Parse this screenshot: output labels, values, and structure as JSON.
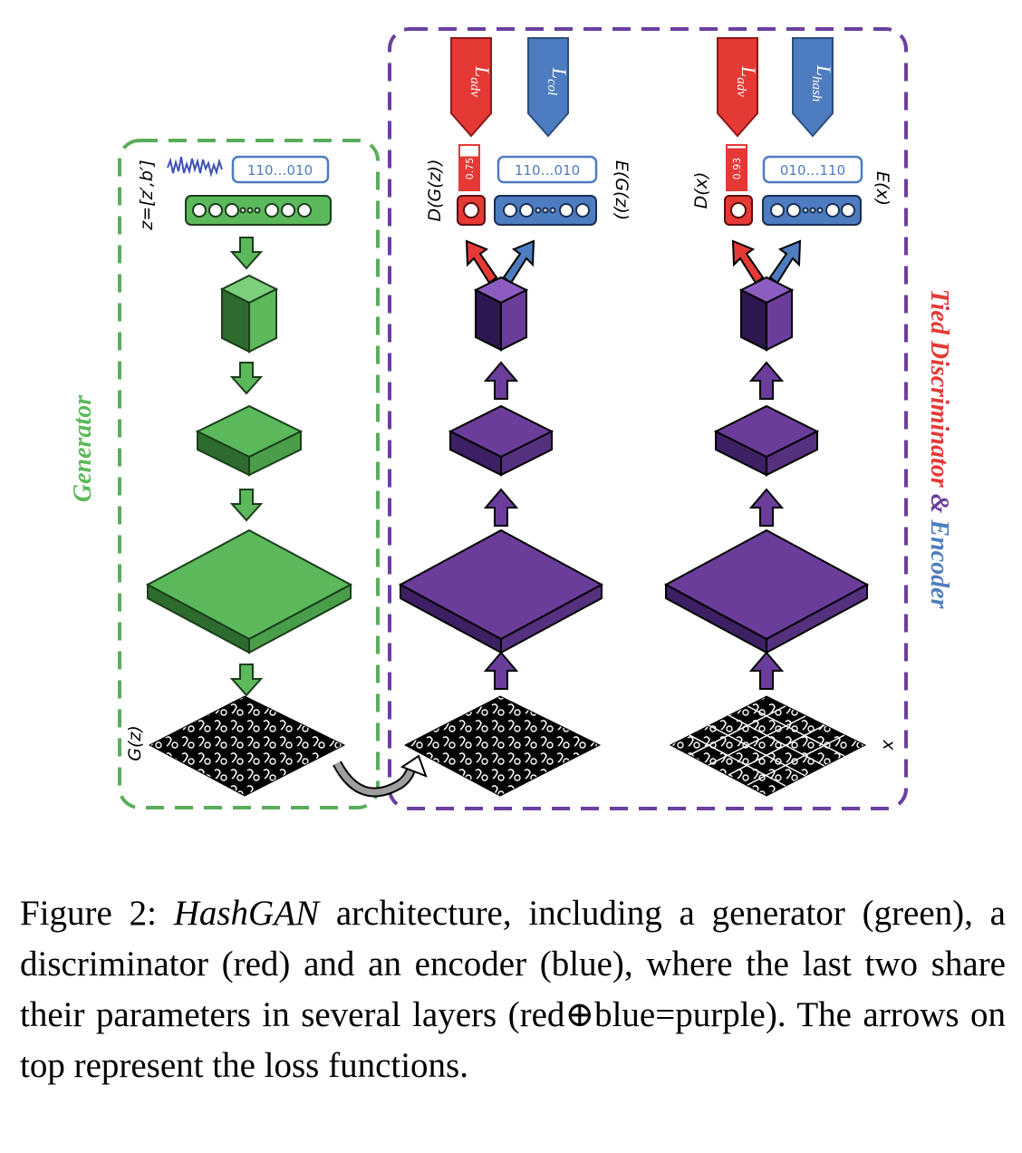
{
  "generator": {
    "title": "Generator",
    "input_label": "z=[z′,b′]",
    "input_code": "110…010",
    "output_label": "G(z)"
  },
  "tied": {
    "title_part1": "Tied Discriminator",
    "title_amp": " & ",
    "title_part2": "Encoder"
  },
  "fake_branch": {
    "loss_adv": "L",
    "loss_adv_sub": "adv",
    "loss_col": "L",
    "loss_col_sub": "col",
    "disc_label": "D(G(z))",
    "disc_value": "0.75",
    "disc_fill": 0.75,
    "enc_label": "E(G(z))",
    "enc_code": "110…010"
  },
  "real_branch": {
    "loss_adv": "L",
    "loss_adv_sub": "adv",
    "loss_hash": "L",
    "loss_hash_sub": "hash",
    "disc_label": "D(x)",
    "disc_value": "0.93",
    "disc_fill": 0.93,
    "enc_label": "E(x)",
    "enc_code": "010…110",
    "input_label": "x"
  },
  "colors": {
    "green": "#5bb95b",
    "green_dark": "#2e7d32",
    "purple": "#6a3d9a",
    "purple_dark": "#3d1f63",
    "red": "#e53935",
    "blue": "#4e7cc0",
    "dash_green": "#5aad5a",
    "dash_purple": "#6b3fa0"
  },
  "caption": {
    "prefix": "Figure 2: ",
    "name": "HashGAN",
    "text": " architecture, including a generator (green), a discriminator (red) and an encoder (blue), where the last two share their parameters in several layers (red⊕blue=purple). The arrows on top represent the loss functions."
  }
}
